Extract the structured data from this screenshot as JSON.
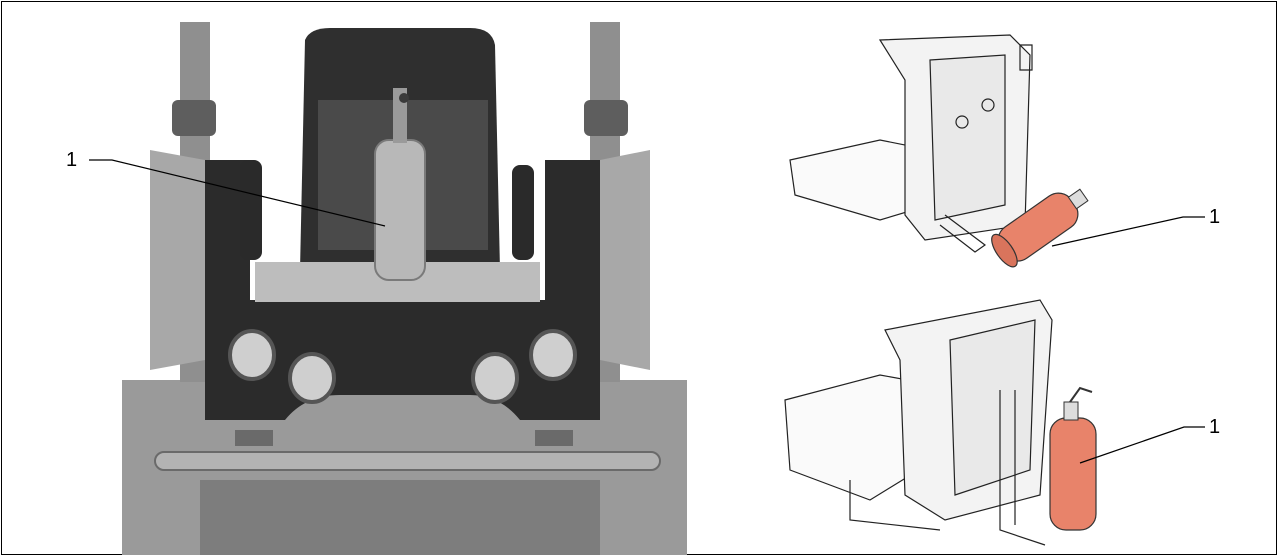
{
  "callouts": {
    "photo_label": "1",
    "top_drawing_label": "1",
    "bottom_drawing_label": "1"
  },
  "colors": {
    "extinguisher": "#e8836a",
    "photo_dark": "#3a3a3a",
    "photo_mid": "#8a8a8a",
    "photo_light": "#c9c9c9"
  }
}
